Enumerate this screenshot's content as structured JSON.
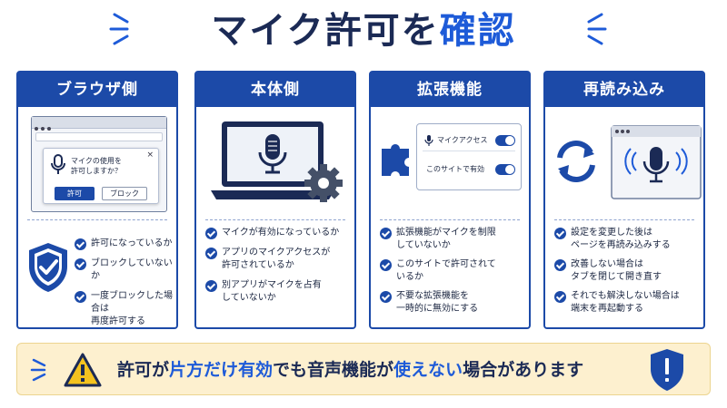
{
  "title": {
    "part1": "マイク許可を",
    "part2": "確認"
  },
  "cards": [
    {
      "heading": "ブラウザ側",
      "popup": {
        "line1": "マイクの使用を",
        "line2": "許可しますか？",
        "close": "×",
        "allow": "許可",
        "block": "ブロック"
      },
      "items": [
        "許可になっているか",
        "ブロックしていないか",
        "一度ブロックした場合は",
        "再度許可する"
      ]
    },
    {
      "heading": "本体側",
      "items": [
        "マイクが有効になっているか",
        "アプリのマイクアクセスが",
        "許可されているか",
        "別アプリがマイクを占有",
        "していないか"
      ]
    },
    {
      "heading": "拡張機能",
      "toggles": [
        "マイクアクセス",
        "このサイトで有効"
      ],
      "items": [
        "拡張機能がマイクを制限",
        "していないか",
        "このサイトで許可されて",
        "いるか",
        "不要な拡張機能を",
        "一時的に無効にする"
      ]
    },
    {
      "heading": "再読み込み",
      "items": [
        "設定を変更した後は",
        "ページを再読み込みする",
        "改善しない場合は",
        "タブを閉じて開き直す",
        "それでも解決しない場合は",
        "端末を再起動する"
      ]
    }
  ],
  "banner": {
    "p1": "許可が",
    "p2": "片方だけ有効",
    "p3": "でも音声機能が",
    "p4": "使えない",
    "p5": "場合があります"
  },
  "colors": {
    "primary": "#1c4aa8",
    "accent": "#1e5bd8",
    "banner_bg": "#fdf0cf",
    "warning": "#f4c21f"
  }
}
